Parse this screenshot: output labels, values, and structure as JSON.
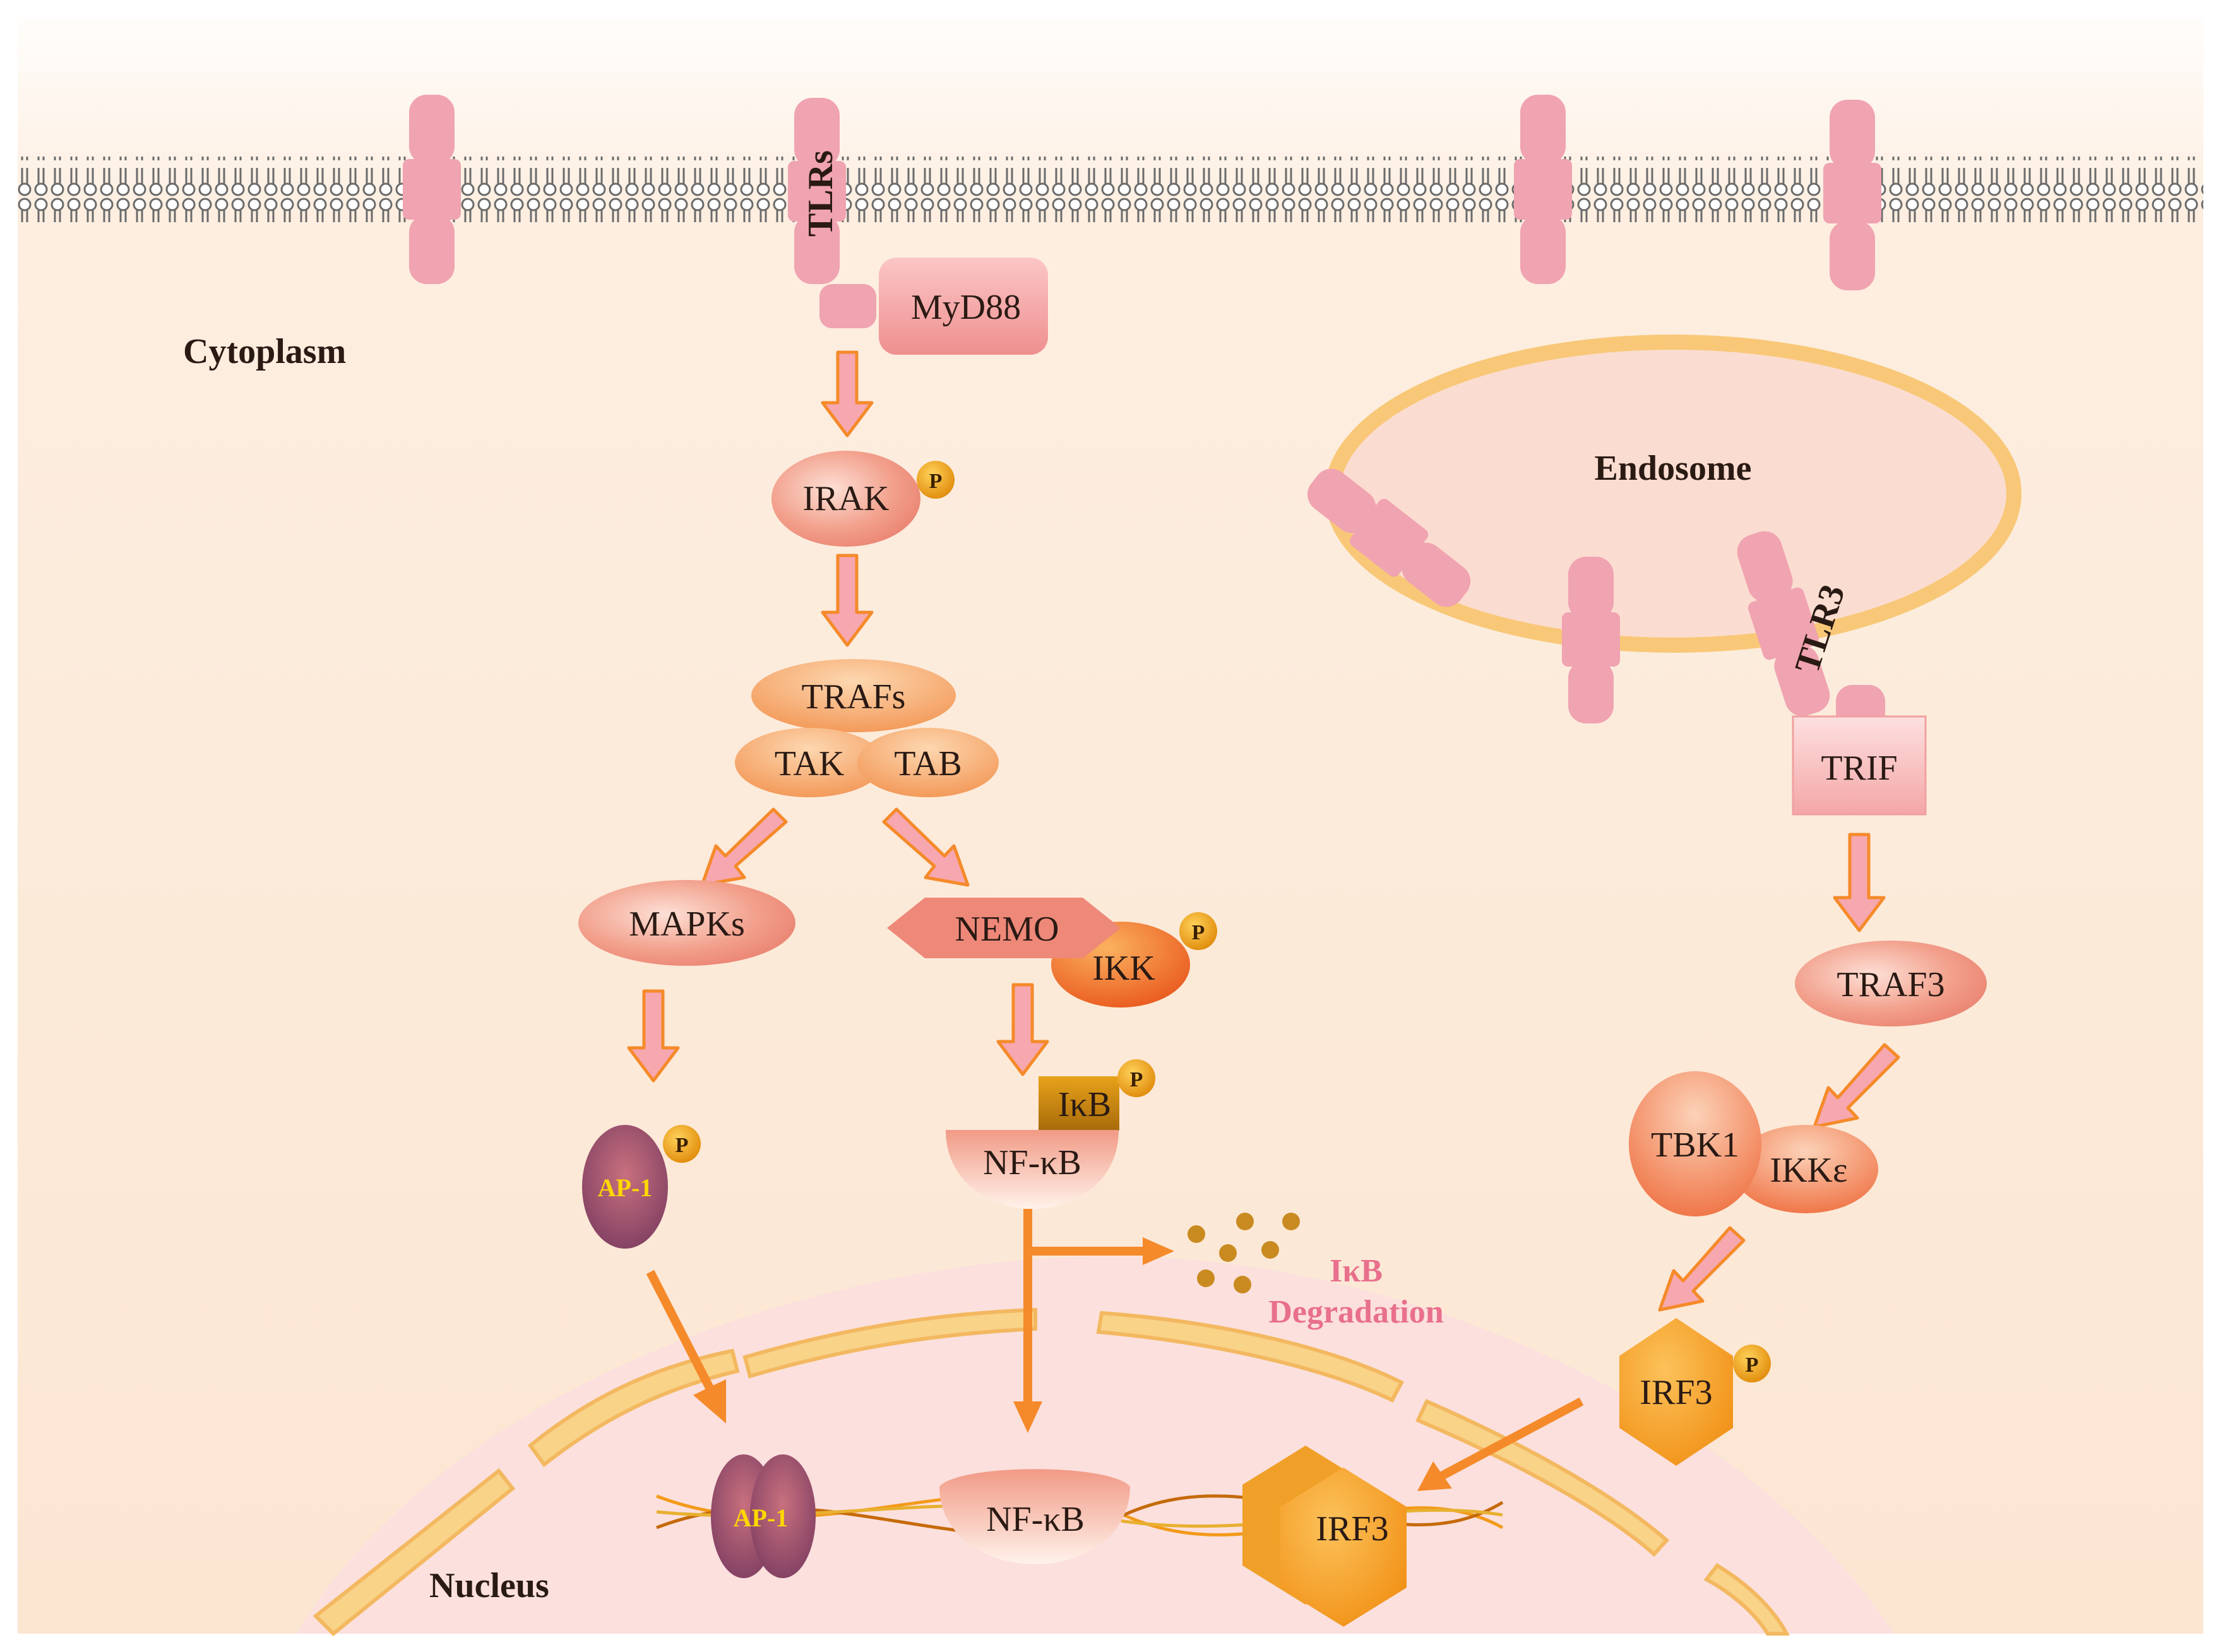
{
  "labels": {
    "cytoplasm": "Cytoplasm",
    "endosome": "Endosome",
    "nucleus": "Nucleus",
    "tlrs": "TLRs",
    "tlr3": "TLR3",
    "myd88": "MyD88",
    "irak": "IRAK",
    "trafs": "TRAFs",
    "tak": "TAK",
    "tab": "TAB",
    "mapks": "MAPKs",
    "nemo": "NEMO",
    "ikk": "IKK",
    "ikb": "IκB",
    "nfkb_cyto": "NF-κB",
    "ap1_cyto": "AP-1",
    "ikb_degradation_line1": "IκB",
    "ikb_degradation_line2": "Degradation",
    "trif": "TRIF",
    "traf3": "TRAF3",
    "tbk1": "TBK1",
    "ikke": "IKKε",
    "irf3_cyto": "IRF3",
    "ap1_nuc": "AP-1",
    "nfkb_nuc": "NF-κB",
    "irf3_nuc": "IRF3",
    "phospho": "P"
  },
  "colors": {
    "background": "#fdeee0",
    "receptor": "#f0a3b0",
    "arrow_fill": "#f7a7b0",
    "arrow_stroke": "#f58a2a",
    "nucleus": "#fbe0dd",
    "nuclear_envelope": "#f8d388",
    "phospho": "#f5a623",
    "ap1": "#8b4c6d",
    "irf3": "#f7a02a",
    "degradation_text": "#e8708c"
  }
}
